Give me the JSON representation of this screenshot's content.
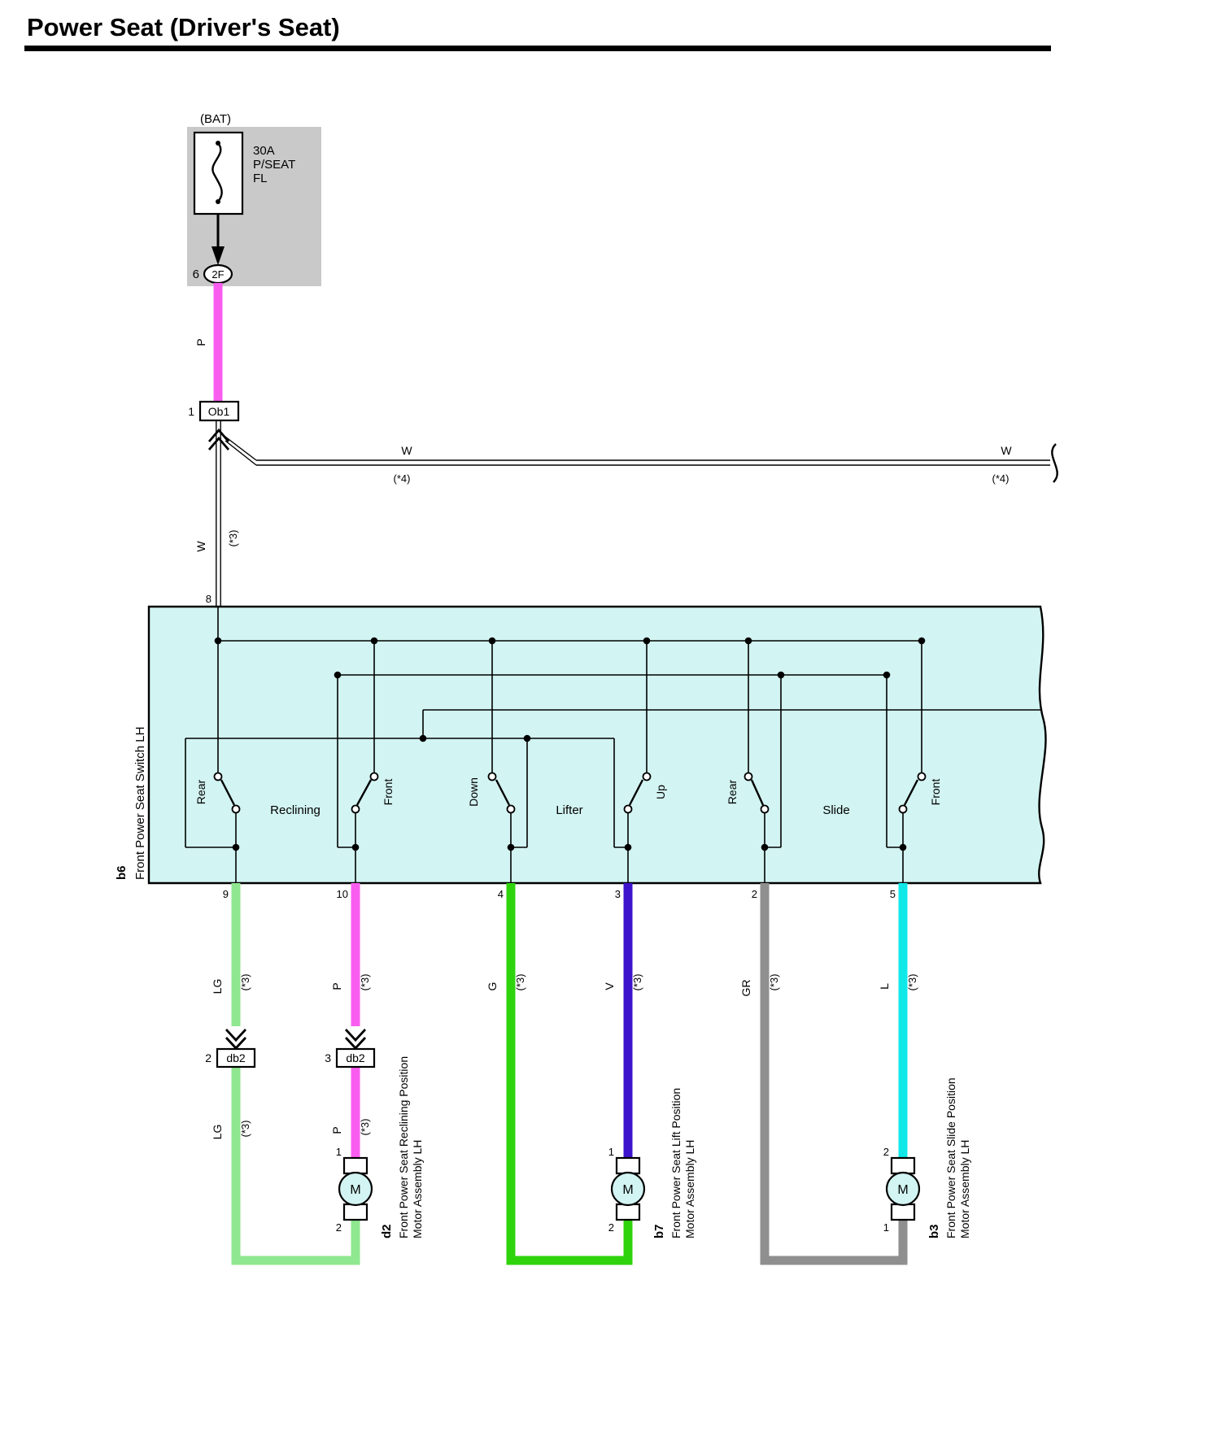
{
  "title": "Power Seat (Driver's Seat)",
  "battery_block": {
    "bat_label": "(BAT)",
    "fuse_rating": "30A",
    "fuse_name_line1": "P/SEAT",
    "fuse_name_line2": "FL",
    "pin": "6",
    "oval_connector": "2F"
  },
  "feed": {
    "wire_color": "P",
    "connector_pin": "1",
    "connector": "Ob1"
  },
  "w_branch": {
    "down_color": "W",
    "down_note": "(*3)",
    "switch_pin": "8",
    "mid_color": "W",
    "mid_note": "(*4)",
    "right_color": "W",
    "right_note": "(*4)"
  },
  "switch_box": {
    "code": "b6",
    "name": "Front Power Seat Switch LH",
    "groups": [
      {
        "left_label": "Rear",
        "name": "Reclining",
        "right_label": "Front"
      },
      {
        "left_label": "Down",
        "name": "Lifter",
        "right_label": "Up"
      },
      {
        "left_label": "Rear",
        "name": "Slide",
        "right_label": "Front"
      }
    ],
    "bottom_pins": [
      "9",
      "10",
      "4",
      "3",
      "2",
      "5"
    ]
  },
  "branch_wires": [
    {
      "pin": "9",
      "color": "LG",
      "note": "(*3)",
      "connector_pin": "2",
      "connector": "db2",
      "color_below": "LG",
      "note_below": "(*3)"
    },
    {
      "pin": "10",
      "color": "P",
      "note": "(*3)",
      "connector_pin": "3",
      "connector": "db2",
      "color_below": "P",
      "note_below": "(*3)"
    },
    {
      "pin": "4",
      "color": "G",
      "note": "(*3)"
    },
    {
      "pin": "3",
      "color": "V",
      "note": "(*3)"
    },
    {
      "pin": "2",
      "color": "GR",
      "note": "(*3)"
    },
    {
      "pin": "5",
      "color": "L",
      "note": "(*3)"
    }
  ],
  "motors": [
    {
      "code": "d2",
      "symbol": "M",
      "top_pin": "1",
      "bottom_pin": "2",
      "name_line1": "Front Power Seat Reclining Position",
      "name_line2": "Motor Assembly LH"
    },
    {
      "code": "b7",
      "symbol": "M",
      "top_pin": "1",
      "bottom_pin": "2",
      "name_line1": "Front Power Seat Lift Position",
      "name_line2": "Motor Assembly LH"
    },
    {
      "code": "b3",
      "symbol": "M",
      "top_pin": "2",
      "bottom_pin": "1",
      "name_line1": "Front Power Seat Slide Position",
      "name_line2": "Motor Assembly LH"
    }
  ],
  "colors": {
    "pink": "#f95df0",
    "light_green": "#8fe78f",
    "green": "#2fd30c",
    "violet": "#3d13cb",
    "gray": "#8f8f8f",
    "light_blue": "#10e8e8",
    "switch_fill": "#d2f4f2",
    "fuse_bg": "#c9c9c9"
  }
}
